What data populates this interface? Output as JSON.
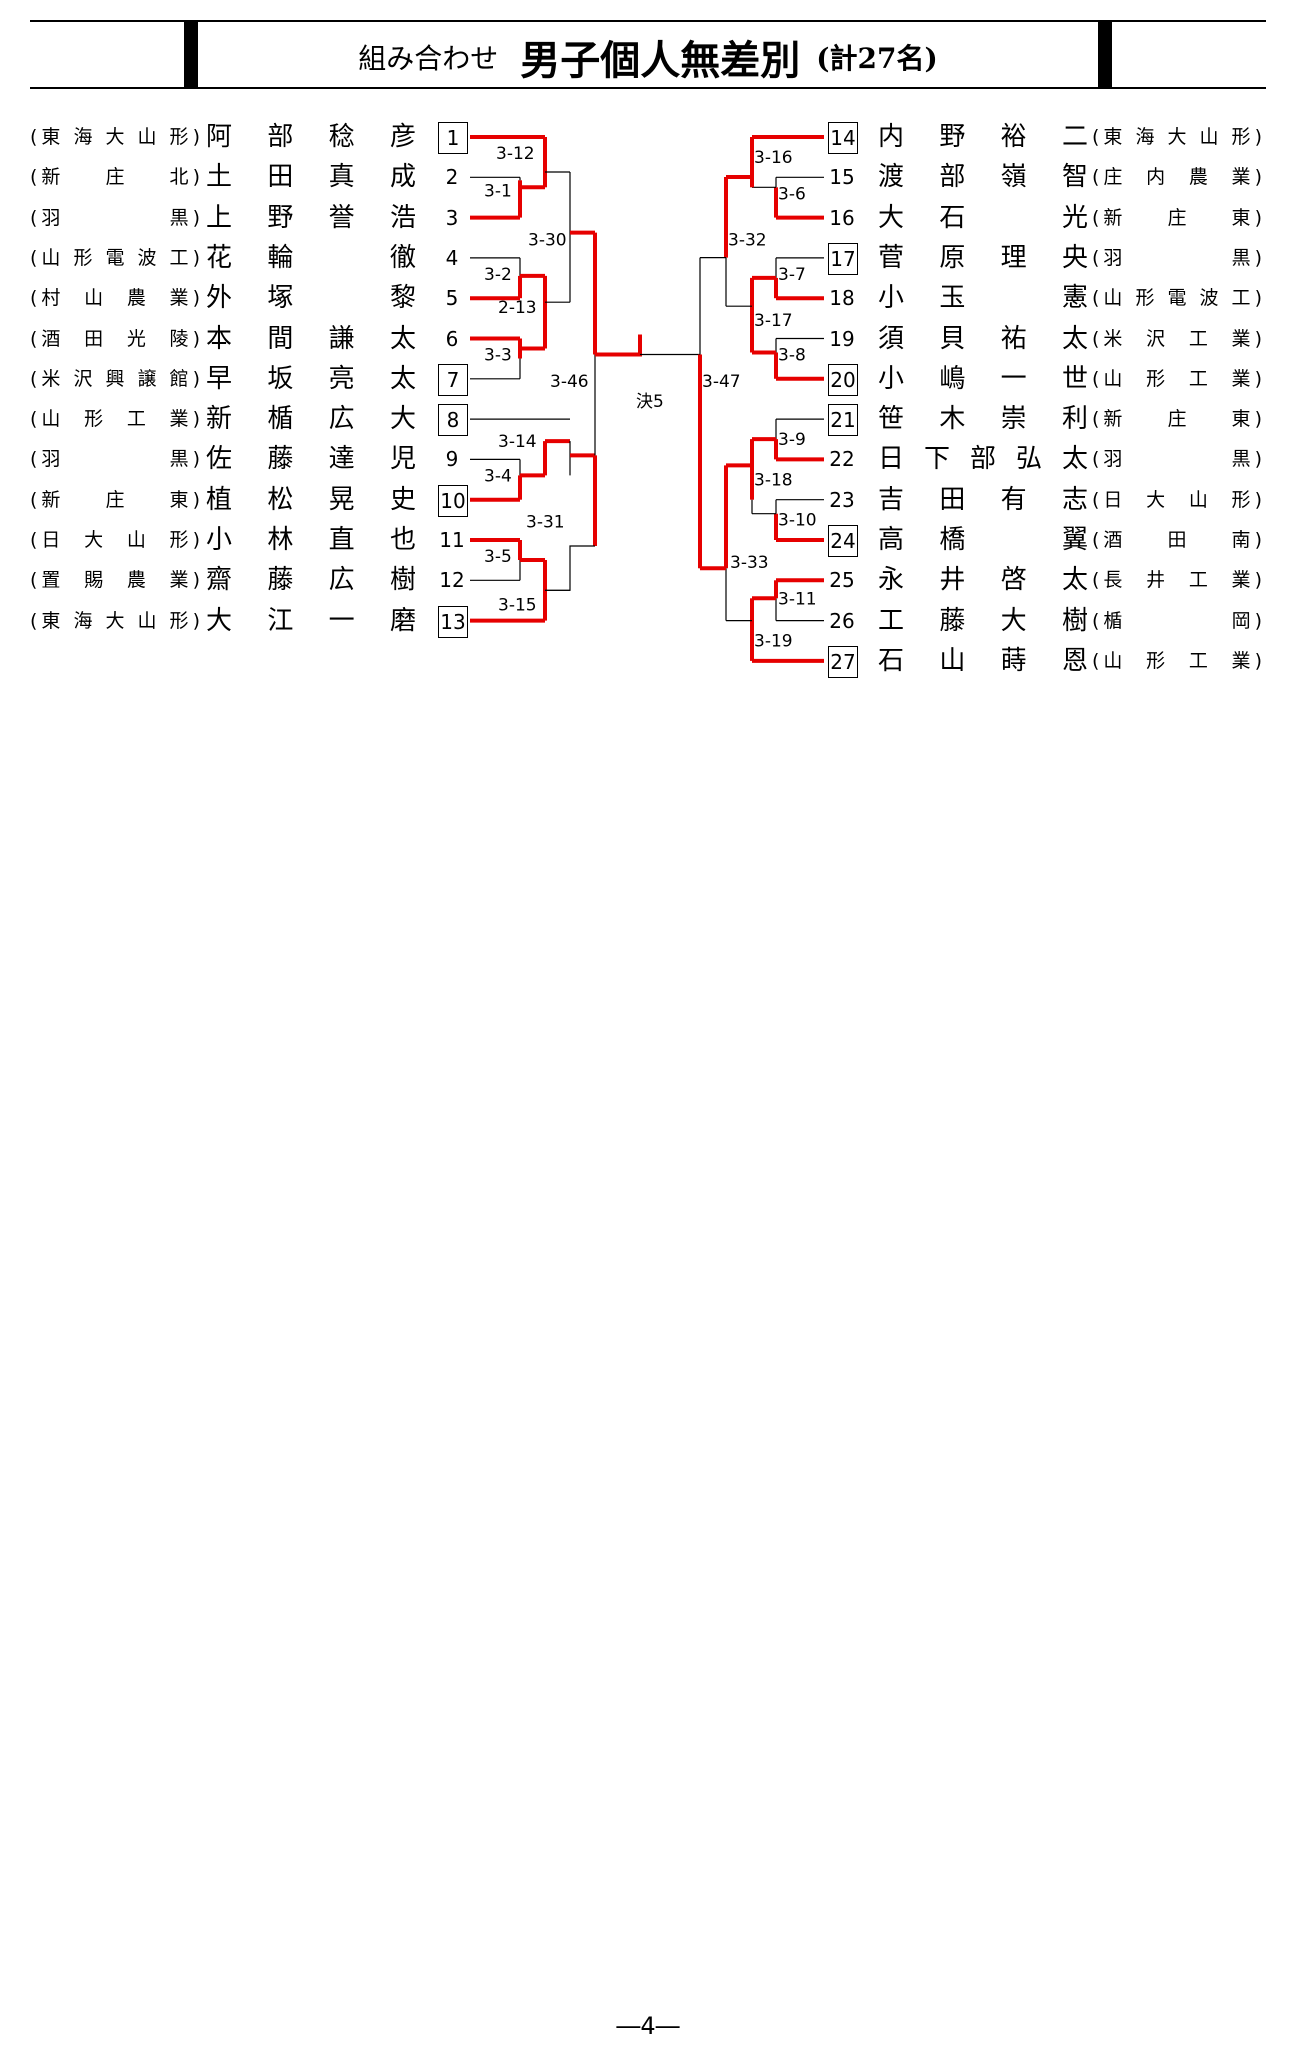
{
  "header": {
    "prefix": "組み合わせ",
    "title": "男子個人無差別",
    "count": "(計27名)"
  },
  "left_entries": [
    {
      "seed": "1",
      "school": "東海大山形",
      "name": [
        "阿",
        "部",
        "稔",
        "彦"
      ]
    },
    {
      "seed": "2",
      "school": "新庄北",
      "name": [
        "土",
        "田",
        "真",
        "成"
      ]
    },
    {
      "seed": "3",
      "school": "羽黒",
      "name": [
        "上",
        "野",
        "誉",
        "浩"
      ]
    },
    {
      "seed": "4",
      "school": "山形電波工",
      "name": [
        "花",
        "輪",
        "",
        "徹"
      ]
    },
    {
      "seed": "5",
      "school": "村山農業",
      "name": [
        "外",
        "塚",
        "",
        "黎"
      ]
    },
    {
      "seed": "6",
      "school": "酒田光陵",
      "name": [
        "本",
        "間",
        "謙",
        "太"
      ]
    },
    {
      "seed": "7",
      "school": "米沢興譲館",
      "name": [
        "早",
        "坂",
        "亮",
        "太"
      ]
    },
    {
      "seed": "8",
      "school": "山形工業",
      "name": [
        "新",
        "楯",
        "広",
        "大"
      ]
    },
    {
      "seed": "9",
      "school": "羽黒",
      "name": [
        "佐",
        "藤",
        "達",
        "児"
      ]
    },
    {
      "seed": "10",
      "school": "新庄東",
      "name": [
        "植",
        "松",
        "晃",
        "史"
      ]
    },
    {
      "seed": "11",
      "school": "日大山形",
      "name": [
        "小",
        "林",
        "直",
        "也"
      ]
    },
    {
      "seed": "12",
      "school": "置賜農業",
      "name": [
        "齋",
        "藤",
        "広",
        "樹"
      ]
    },
    {
      "seed": "13",
      "school": "東海大山形",
      "name": [
        "大",
        "江",
        "一",
        "磨"
      ]
    }
  ],
  "right_entries": [
    {
      "seed": "14",
      "school": "東海大山形",
      "name": [
        "内",
        "野",
        "裕",
        "二"
      ]
    },
    {
      "seed": "15",
      "school": "庄内農業",
      "name": [
        "渡",
        "部",
        "嶺",
        "智"
      ]
    },
    {
      "seed": "16",
      "school": "新庄東",
      "name": [
        "大",
        "石",
        "",
        "光"
      ]
    },
    {
      "seed": "17",
      "school": "羽黒",
      "name": [
        "菅",
        "原",
        "理",
        "央"
      ]
    },
    {
      "seed": "18",
      "school": "山形電波工",
      "name": [
        "小",
        "玉",
        "",
        "憲"
      ]
    },
    {
      "seed": "19",
      "school": "米沢工業",
      "name": [
        "須",
        "貝",
        "祐",
        "太"
      ]
    },
    {
      "seed": "20",
      "school": "山形工業",
      "name": [
        "小",
        "嶋",
        "一",
        "世"
      ]
    },
    {
      "seed": "21",
      "school": "新庄東",
      "name": [
        "笹",
        "木",
        "崇",
        "利"
      ]
    },
    {
      "seed": "22",
      "school": "羽黒",
      "name": [
        "日",
        "下",
        "部",
        "弘",
        "太"
      ]
    },
    {
      "seed": "23",
      "school": "日大山形",
      "name": [
        "吉",
        "田",
        "有",
        "志"
      ]
    },
    {
      "seed": "24",
      "school": "酒田南",
      "name": [
        "高",
        "橋",
        "",
        "翼"
      ]
    },
    {
      "seed": "25",
      "school": "長井工業",
      "name": [
        "永",
        "井",
        "啓",
        "太"
      ]
    },
    {
      "seed": "26",
      "school": "楯岡",
      "name": [
        "工",
        "藤",
        "大",
        "樹"
      ]
    },
    {
      "seed": "27",
      "school": "山形工業",
      "name": [
        "石",
        "山",
        "蒔",
        "恩"
      ]
    }
  ],
  "boxed_seeds": [
    "1",
    "7",
    "8",
    "10",
    "13",
    "14",
    "17",
    "20",
    "21",
    "24",
    "27"
  ],
  "match_labels": {
    "m312": "3-12",
    "m31": "3-1",
    "m330": "3-30",
    "m32": "3-2",
    "m213": "2-13",
    "m33": "3-3",
    "m346": "3-46",
    "m314": "3-14",
    "m34": "3-4",
    "m331": "3-31",
    "m35": "3-5",
    "m315": "3-15",
    "final": "決5",
    "m347": "3-47",
    "m316": "3-16",
    "m36": "3-6",
    "m332": "3-32",
    "m37": "3-7",
    "m317": "3-17",
    "m38": "3-8",
    "m39": "3-9",
    "m318": "3-18",
    "m310": "3-10",
    "m333": "3-33",
    "m311": "3-11",
    "m319": "3-19"
  },
  "footer": {
    "page": "―4―"
  },
  "colors": {
    "winner_line": "#e60000",
    "line": "#000000"
  }
}
